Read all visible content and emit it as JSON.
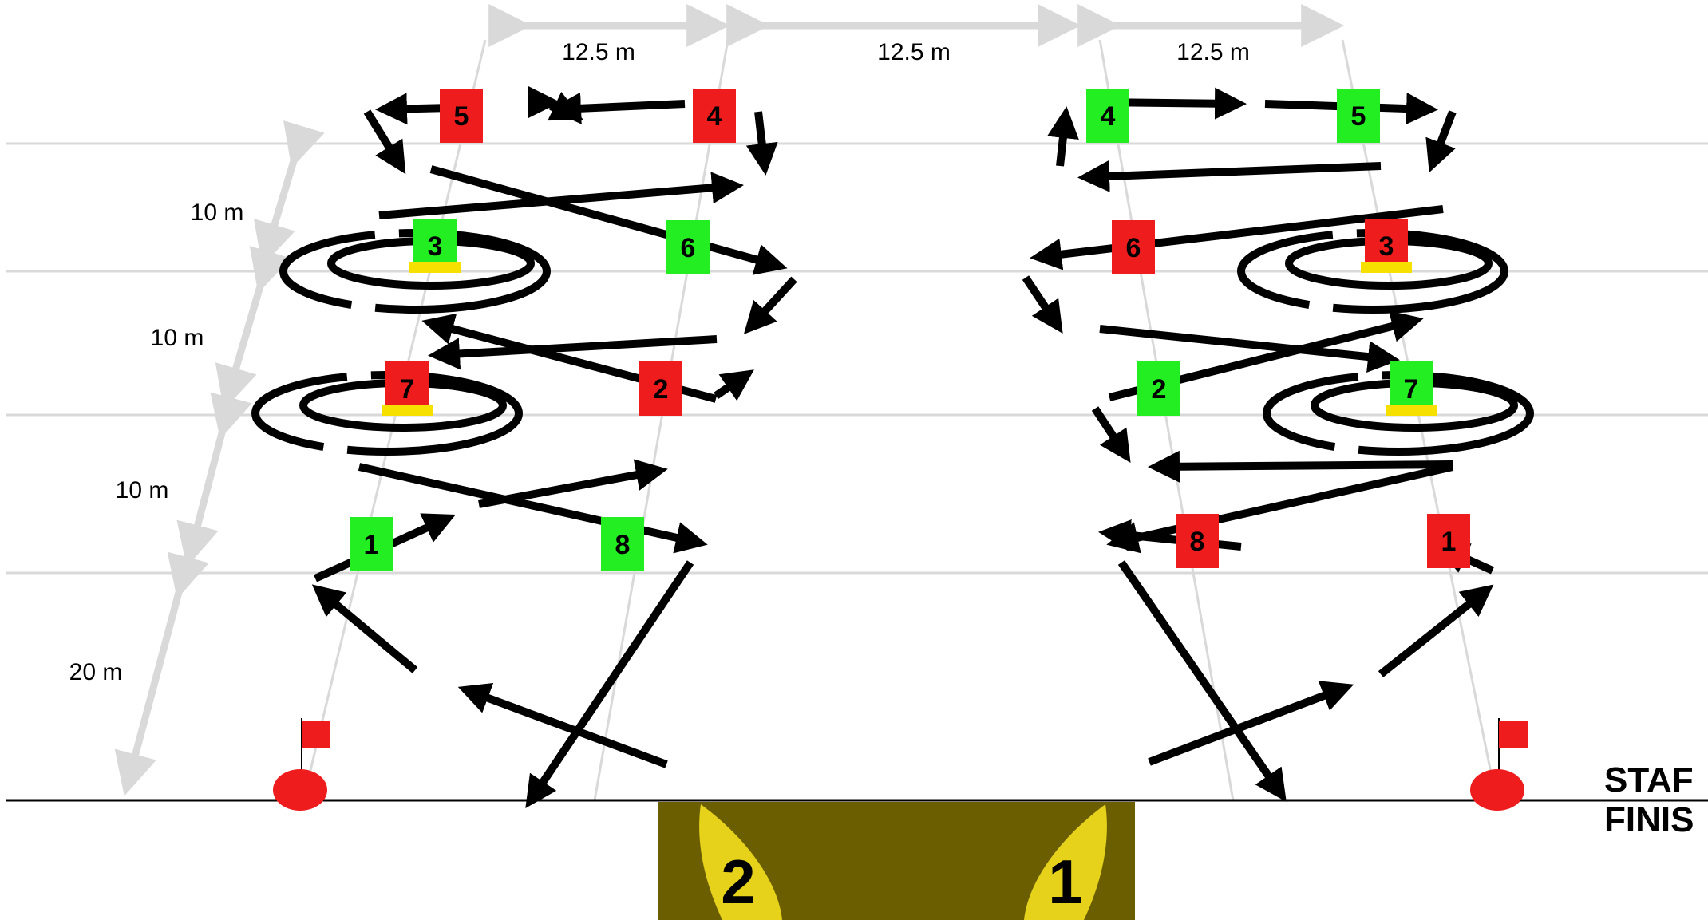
{
  "spacing_labels": {
    "width_1": "12.5 m",
    "width_2": "12.5 m",
    "width_3": "12.5 m",
    "row_1": "10 m",
    "row_2": "10 m",
    "row_3": "10 m",
    "start_gap": "20 m"
  },
  "line_labels": {
    "start": "STAF",
    "finish": "FINIS"
  },
  "arena_numbers": [
    "2",
    "1"
  ],
  "left_markers": [
    {
      "num": "1",
      "color": "green"
    },
    {
      "num": "2",
      "color": "red"
    },
    {
      "num": "3",
      "color": "green"
    },
    {
      "num": "4",
      "color": "red"
    },
    {
      "num": "5",
      "color": "red"
    },
    {
      "num": "6",
      "color": "green"
    },
    {
      "num": "7",
      "color": "red"
    },
    {
      "num": "8",
      "color": "green"
    }
  ],
  "right_markers": [
    {
      "num": "1",
      "color": "red"
    },
    {
      "num": "2",
      "color": "green"
    },
    {
      "num": "3",
      "color": "red"
    },
    {
      "num": "4",
      "color": "green"
    },
    {
      "num": "5",
      "color": "green"
    },
    {
      "num": "6",
      "color": "red"
    },
    {
      "num": "7",
      "color": "green"
    },
    {
      "num": "8",
      "color": "red"
    }
  ],
  "colors": {
    "red": "#ee1c1c",
    "green": "#22ee22",
    "path": "#000000",
    "guide": "#d9d9d9",
    "arena": "#6b5e00",
    "ring": "#e6d21a",
    "gate": "#f5e000"
  }
}
